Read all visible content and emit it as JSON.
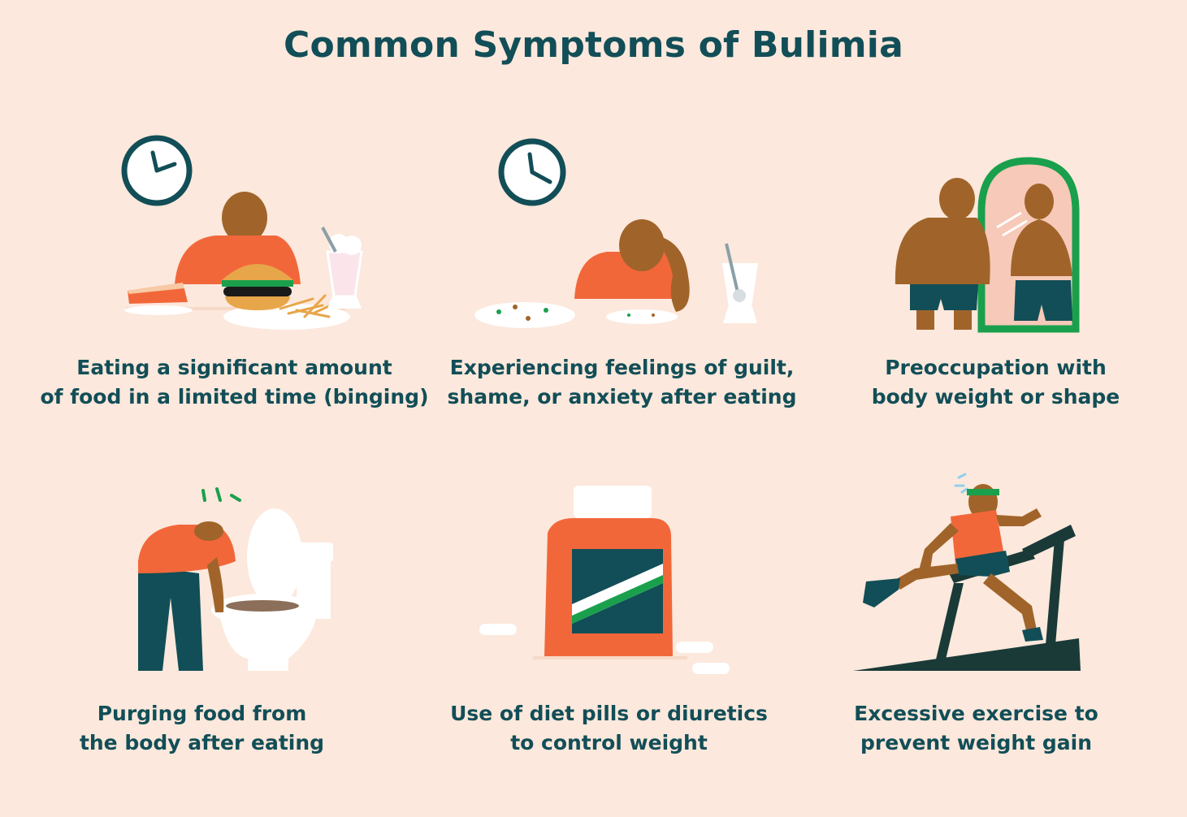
{
  "title": "Common Symptoms of Bulimia",
  "colors": {
    "background": "#fce8dc",
    "text": "#124e57",
    "shirt": "#f2673a",
    "skin": "#a0642a",
    "dark": "#1a3a38",
    "green": "#1aa04d",
    "white": "#ffffff"
  },
  "symptoms": [
    {
      "line1": "Eating a significant amount",
      "line2": "of food in a limited time (binging)",
      "icon": "binge-eating-icon"
    },
    {
      "line1": "Experiencing feelings of guilt,",
      "line2": "shame, or anxiety after eating",
      "icon": "guilt-icon"
    },
    {
      "line1": "Preoccupation with",
      "line2": "body weight or shape",
      "icon": "mirror-icon"
    },
    {
      "line1": "Purging food from",
      "line2": "the body after eating",
      "icon": "purging-icon"
    },
    {
      "line1": "Use of diet pills or diuretics",
      "line2": "to control weight",
      "icon": "pill-bottle-icon"
    },
    {
      "line1": "Excessive exercise to",
      "line2": "prevent weight gain",
      "icon": "treadmill-icon"
    }
  ]
}
